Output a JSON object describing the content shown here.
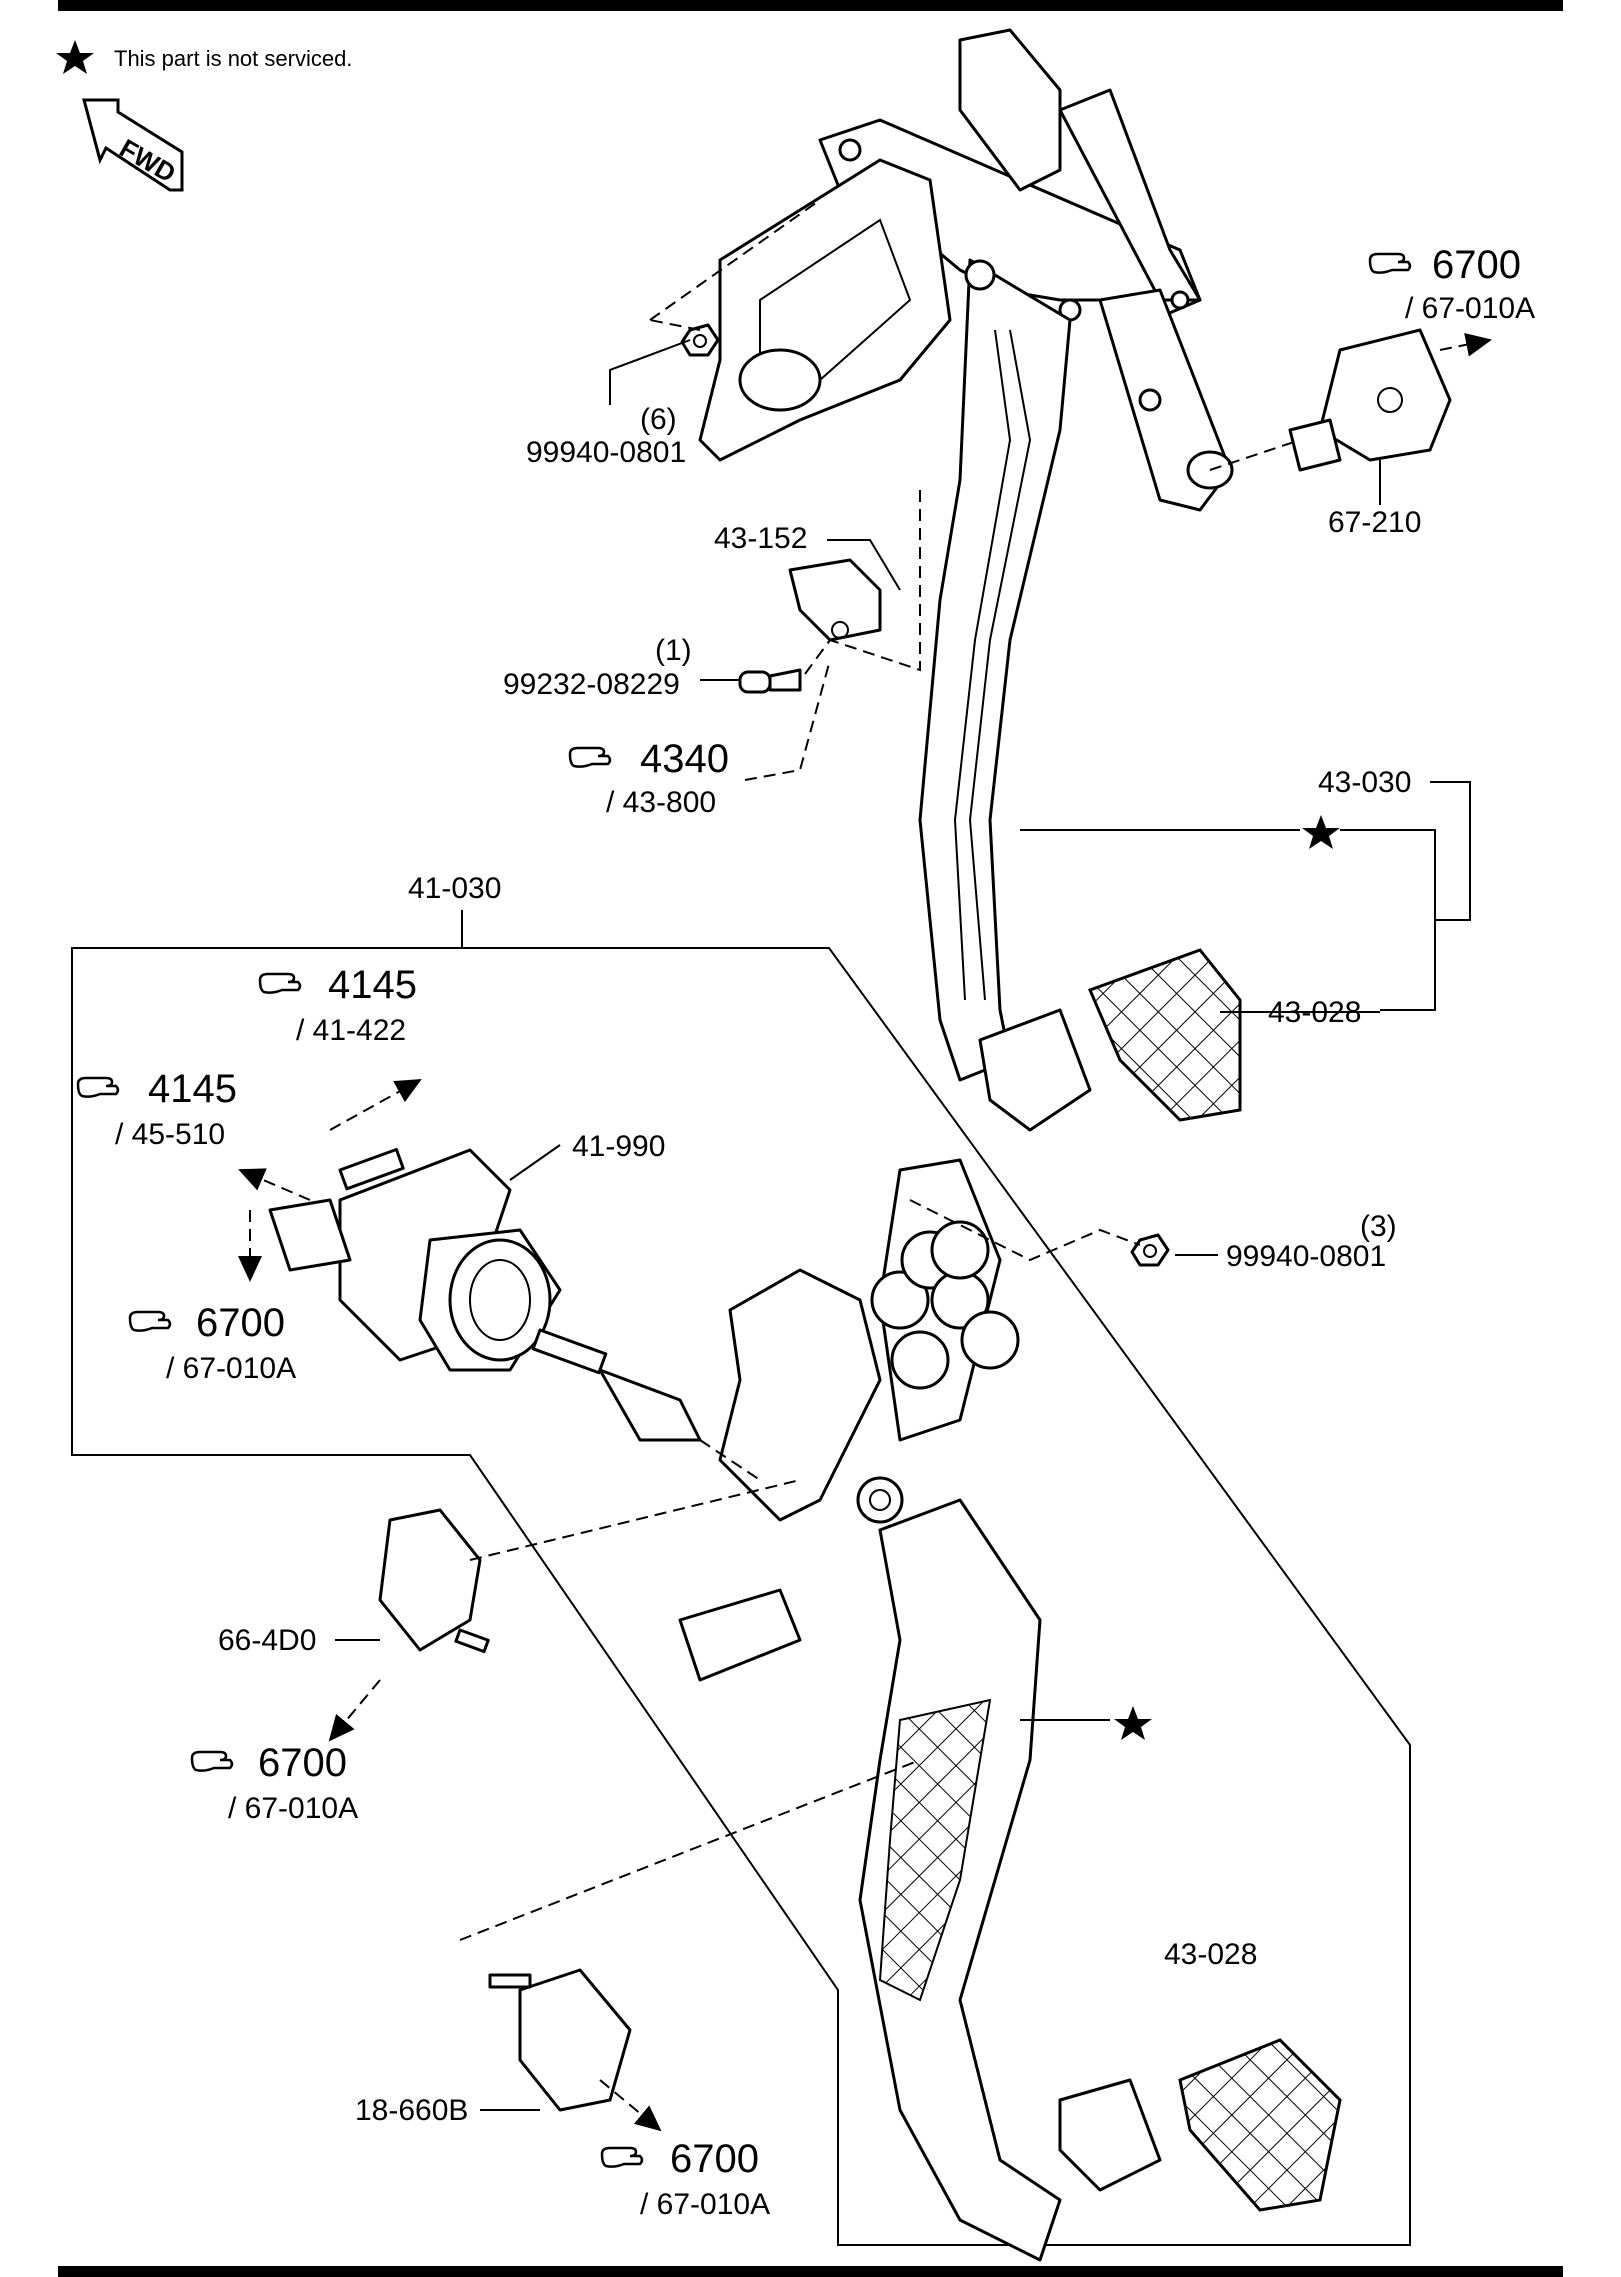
{
  "legend": {
    "note": "This part is not serviced."
  },
  "direction_badge": "FWD",
  "references": {
    "brake_switch": {
      "group": "6700",
      "ref": "/ 67-010A"
    },
    "clevis_pin": {
      "group": "4340",
      "ref": "/ 43-800"
    },
    "cylinder_a": {
      "group": "4145",
      "ref": "/ 41-422"
    },
    "cylinder_b": {
      "group": "4145",
      "ref": "/ 45-510"
    },
    "connector": {
      "group": "6700",
      "ref": "/ 67-010A"
    },
    "clutch_switch": {
      "group": "6700",
      "ref": "/ 67-010A"
    },
    "stop_switch": {
      "group": "6700",
      "ref": "/ 67-010A"
    }
  },
  "parts": {
    "nut_top": {
      "code": "99940-0801",
      "qty": "(6)"
    },
    "bracket_43152": {
      "code": "43-152"
    },
    "bolt": {
      "code": "99232-08229",
      "qty": "(1)"
    },
    "switch_67210": {
      "code": "67-210"
    },
    "brake_pedal": {
      "code": "43-030"
    },
    "brake_pad": {
      "code": "43-028"
    },
    "clutch_assy": {
      "code": "41-030"
    },
    "master_cyl": {
      "code": "41-990"
    },
    "nut_mid": {
      "code": "99940-0801",
      "qty": "(3)"
    },
    "switch_664d0": {
      "code": "66-4D0"
    },
    "clutch_pad": {
      "code": "43-028"
    },
    "switch_18660b": {
      "code": "18-660B"
    }
  }
}
